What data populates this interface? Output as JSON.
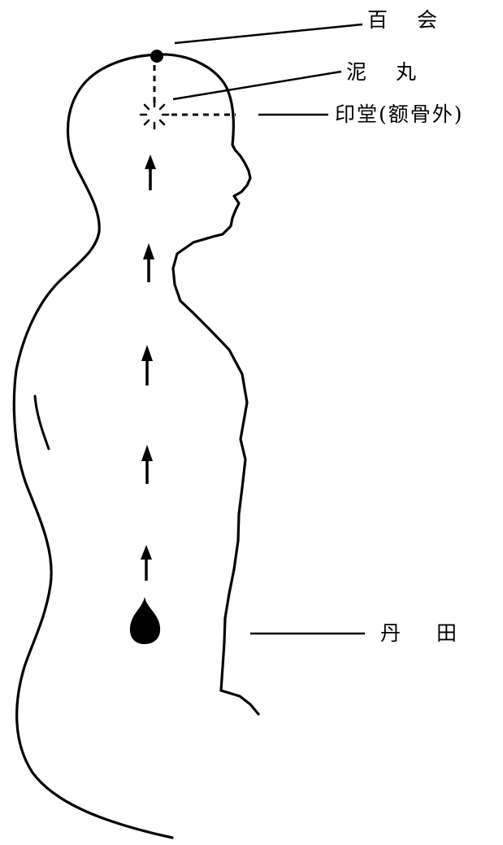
{
  "labels": {
    "baihui": "百 会",
    "niwan": "泥 丸",
    "yintang": "印堂(额骨外)",
    "dantian": "丹 田"
  },
  "colors": {
    "ink": "#000000",
    "background": "#ffffff"
  },
  "icons": {
    "baihui_marker": "filled-dot",
    "niwan_marker": "starburst",
    "dantian_marker": "filled-drop",
    "flow_arrow": "up-arrow"
  }
}
